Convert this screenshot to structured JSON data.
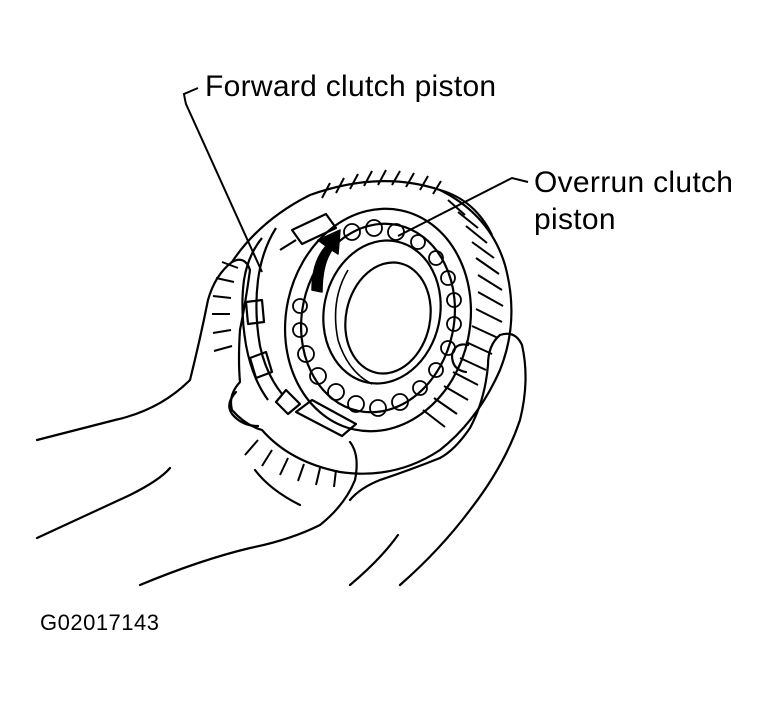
{
  "labels": {
    "forward_clutch_piston": "Forward clutch piston",
    "overrun_clutch_piston_line1": "Overrun clutch",
    "overrun_clutch_piston_line2": "piston"
  },
  "figure_id": "G02017143",
  "colors": {
    "ink": "#000000",
    "paper": "#ffffff"
  }
}
